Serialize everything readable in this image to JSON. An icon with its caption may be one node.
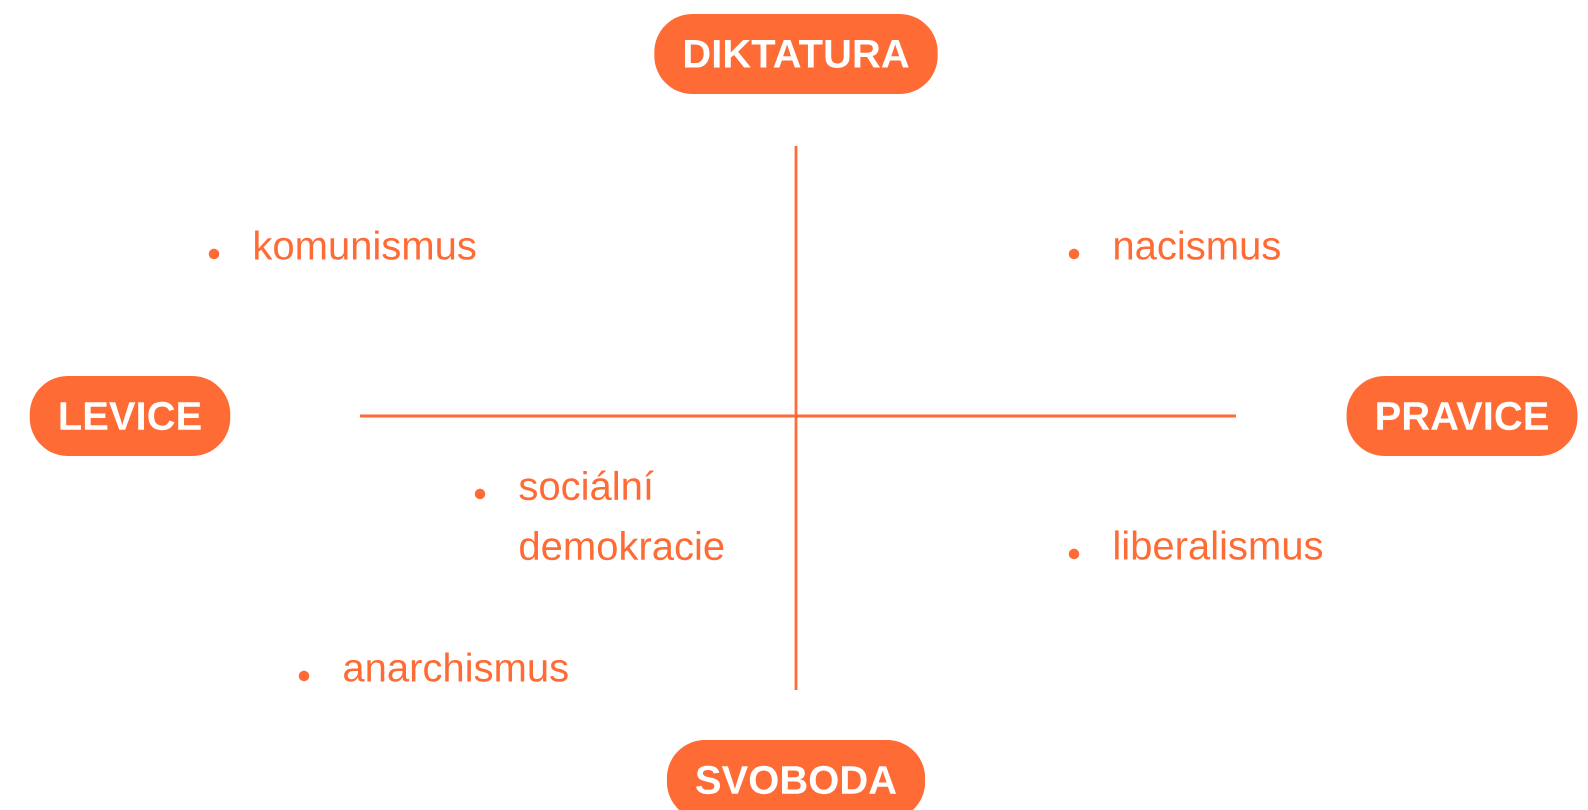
{
  "diagram": {
    "nodes": [
      {
        "text": [
          "DIKTATURA"
        ]
      },
      {
        "text": [
          "LEVICE"
        ]
      },
      {
        "text": [
          "PRAVICE"
        ]
      },
      {
        "text": [
          "SVOBODA"
        ]
      }
    ],
    "labels": [
      "komunismus",
      "nacismus",
      "sociální demokracie",
      "liberalismus",
      "anarchismus"
    ]
  }
}
